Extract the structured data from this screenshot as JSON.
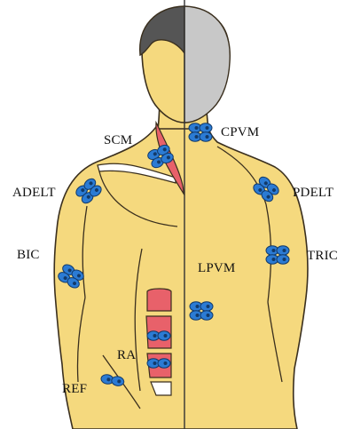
{
  "figure": {
    "colors": {
      "skin": "#F5D97E",
      "outline": "#3A2F1E",
      "hair": "#555555",
      "head_back": "#C8C8C8",
      "muscle": "#E8616A",
      "electrode": "#2B7BD4",
      "electrode_dark": "#123A6A",
      "background": "#FFFFFF"
    },
    "labels": {
      "scm": "SCM",
      "cpvm": "CPVM",
      "adelt": "ADELT",
      "pdelt": "PDELT",
      "tric": "TRIC",
      "bic": "BIC",
      "lpvm": "LPVM",
      "ra": "RA",
      "ref": "REF"
    },
    "electrode_icon": "bipolar-emg-electrode-icon"
  }
}
